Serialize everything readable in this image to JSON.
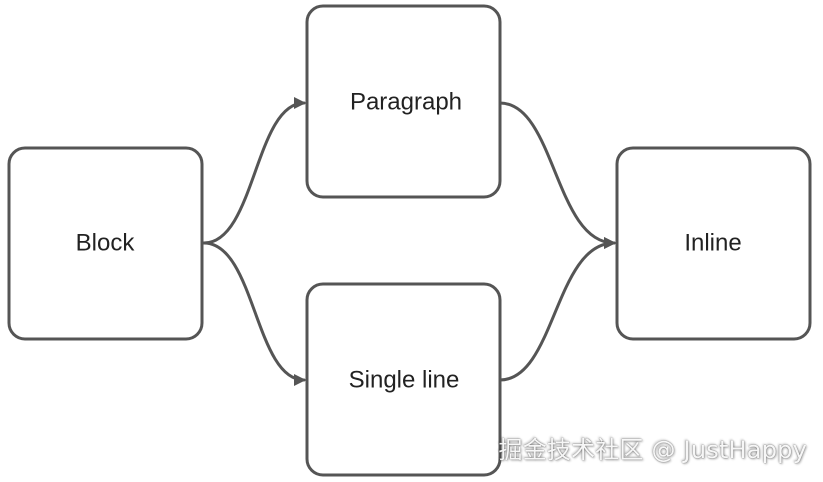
{
  "diagram": {
    "nodes": {
      "block": "Block",
      "paragraph": "Paragraph",
      "single_line": "Single line",
      "inline": "Inline"
    }
  },
  "watermark": "掘金技术社区 @ JustHappy",
  "colors": {
    "stroke": "#555555",
    "text": "#222222",
    "background": "#ffffff"
  }
}
